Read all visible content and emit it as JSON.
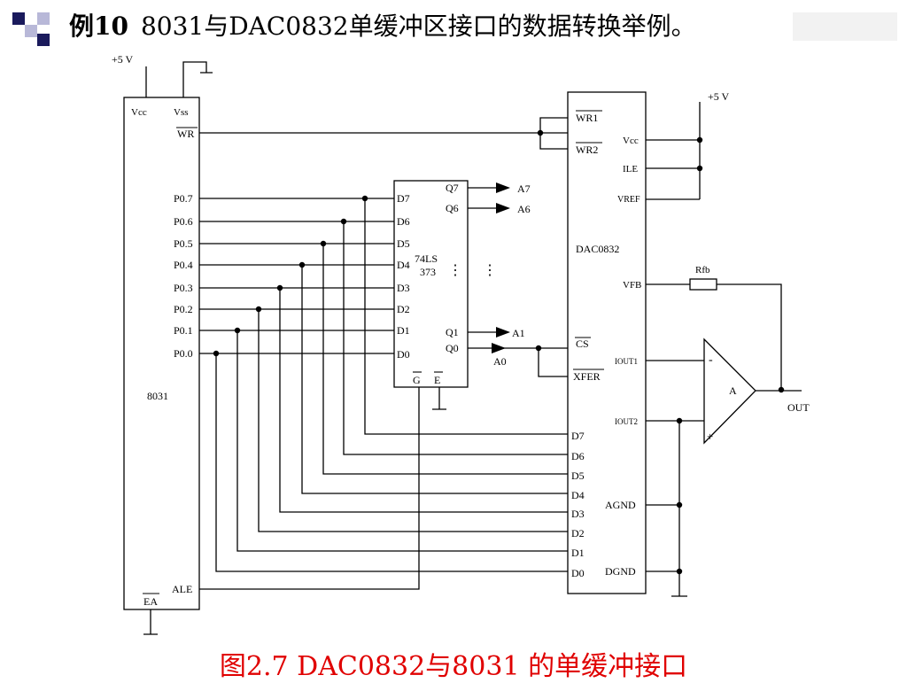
{
  "slide": {
    "example_label": "例10",
    "title": "8031与DAC0832单缓冲区接口的数据转换举例。",
    "caption": "图2.7  DAC0832与8031 的单缓冲接口"
  },
  "colors": {
    "caption": "#e00000",
    "bullet_dark": "#1a1a5c",
    "bullet_light": "#b8b8d8",
    "line": "#000000"
  },
  "cpu": {
    "name": "8031",
    "supply": "+5 V",
    "vcc": "Vcc",
    "vss": "Vss",
    "wr": "WR",
    "port_pins": [
      "P0.7",
      "P0.6",
      "P0.5",
      "P0.4",
      "P0.3",
      "P0.2",
      "P0.1",
      "P0.0"
    ],
    "ale": "ALE",
    "ea": "EA"
  },
  "latch": {
    "name_line1": "74LS",
    "name_line2": "373",
    "d_pins": [
      "D7",
      "D6",
      "D5",
      "D4",
      "D3",
      "D2",
      "D1",
      "D0"
    ],
    "q_pins": [
      "Q7",
      "Q6",
      "Q1",
      "Q0"
    ],
    "outputs": [
      "A7",
      "A6",
      "A1",
      "A0"
    ],
    "g": "G",
    "e": "E",
    "ellipsis": "⋮"
  },
  "dac": {
    "name": "DAC0832",
    "supply": "+5 V",
    "wr1": "WR1",
    "wr2": "WR2",
    "vcc": "Vcc",
    "ile": "ILE",
    "vref": "VREF",
    "vfb": "VFB",
    "cs": "CS",
    "xfer": "XFER",
    "iout1": "IOUT1",
    "iout2": "IOUT2",
    "agnd": "AGND",
    "dgnd": "DGND",
    "d_pins": [
      "D7",
      "D6",
      "D5",
      "D4",
      "D3",
      "D2",
      "D1",
      "D0"
    ]
  },
  "opamp": {
    "name": "A",
    "minus": "-",
    "plus": "+",
    "rfb": "Rfb",
    "out": "OUT"
  }
}
